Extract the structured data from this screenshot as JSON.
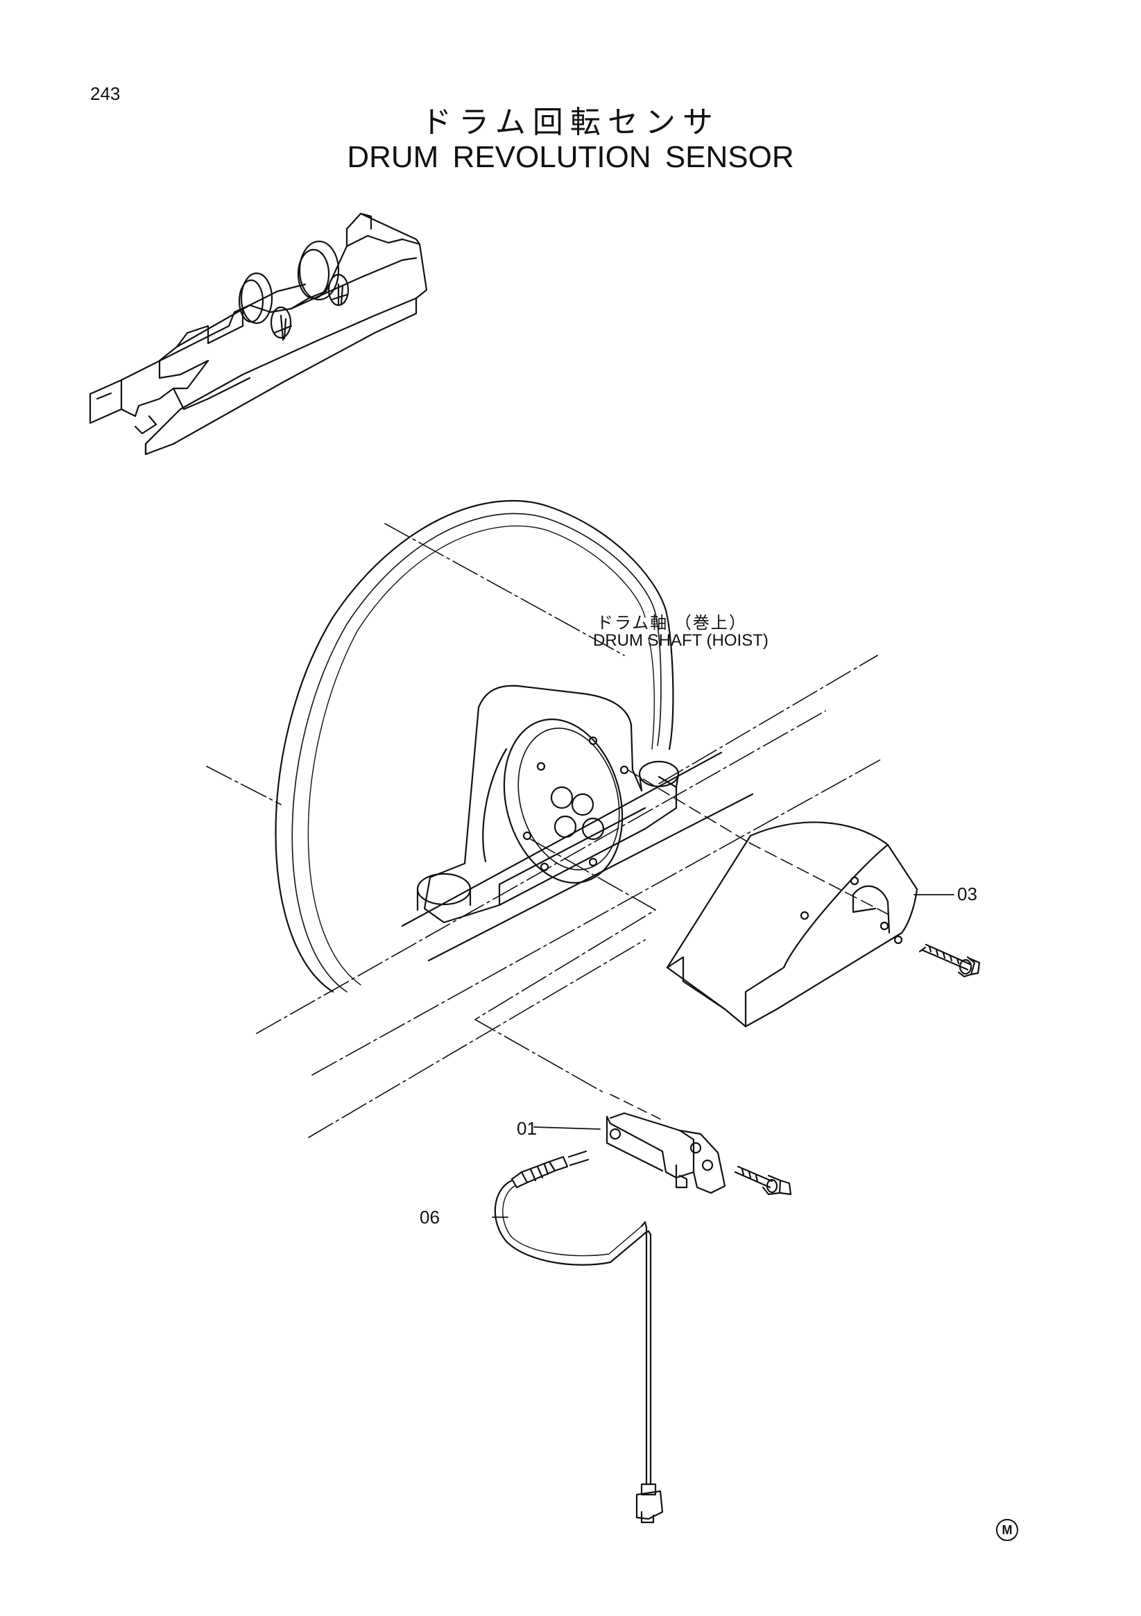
{
  "page": {
    "number": "243",
    "title_jp": "ドラム回転センサ",
    "title_en": "DRUM REVOLUTION SENSOR"
  },
  "labels": {
    "drum_shaft_jp": "ドラム軸 （巻上）",
    "drum_shaft_en": "DRUM SHAFT (HOIST)"
  },
  "callouts": {
    "part_01": "01",
    "part_03": "03",
    "part_06": "06"
  },
  "footer": {
    "mark": "M"
  }
}
